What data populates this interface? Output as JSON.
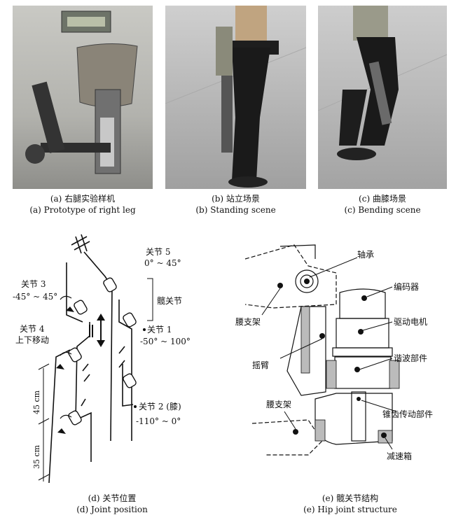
{
  "captions": {
    "a_cn": "(a) 右腿实验样机",
    "a_en": "(a) Prototype of right leg",
    "b_cn": "(b) 站立场景",
    "b_en": "(b) Standing scene",
    "c_cn": "(c) 曲膝场景",
    "c_en": "(c) Bending scene",
    "d_cn": "(d) 关节位置",
    "d_en": "(d) Joint position",
    "e_cn": "(e) 髋关节结构",
    "e_en": "(e) Hip joint structure"
  },
  "joint_diagram": {
    "joint5": "关节 5",
    "joint5_range": "0° ~ 45°",
    "hip_joint": "髋关节",
    "joint3": "关节 3",
    "joint3_range": "-45° ~ 45°",
    "joint4": "关节 4",
    "joint4_desc": "上下移动",
    "joint1": "关节 1",
    "joint1_range": "-50° ~ 100°",
    "joint2": "关节 2 (膝)",
    "joint2_range": "-110° ~ 0°",
    "dim_45": "45 cm",
    "dim_35": "35 cm"
  },
  "hip_structure": {
    "bearing": "轴承",
    "encoder": "编码器",
    "waist_frame_top": "腰支架",
    "drive_motor": "驱动电机",
    "rocker_arm": "摇臂",
    "harmonic_part": "谐波部件",
    "waist_frame_bottom": "腰支架",
    "bevel_gear_part": "锥齿传动部件",
    "gearbox": "减速箱"
  }
}
